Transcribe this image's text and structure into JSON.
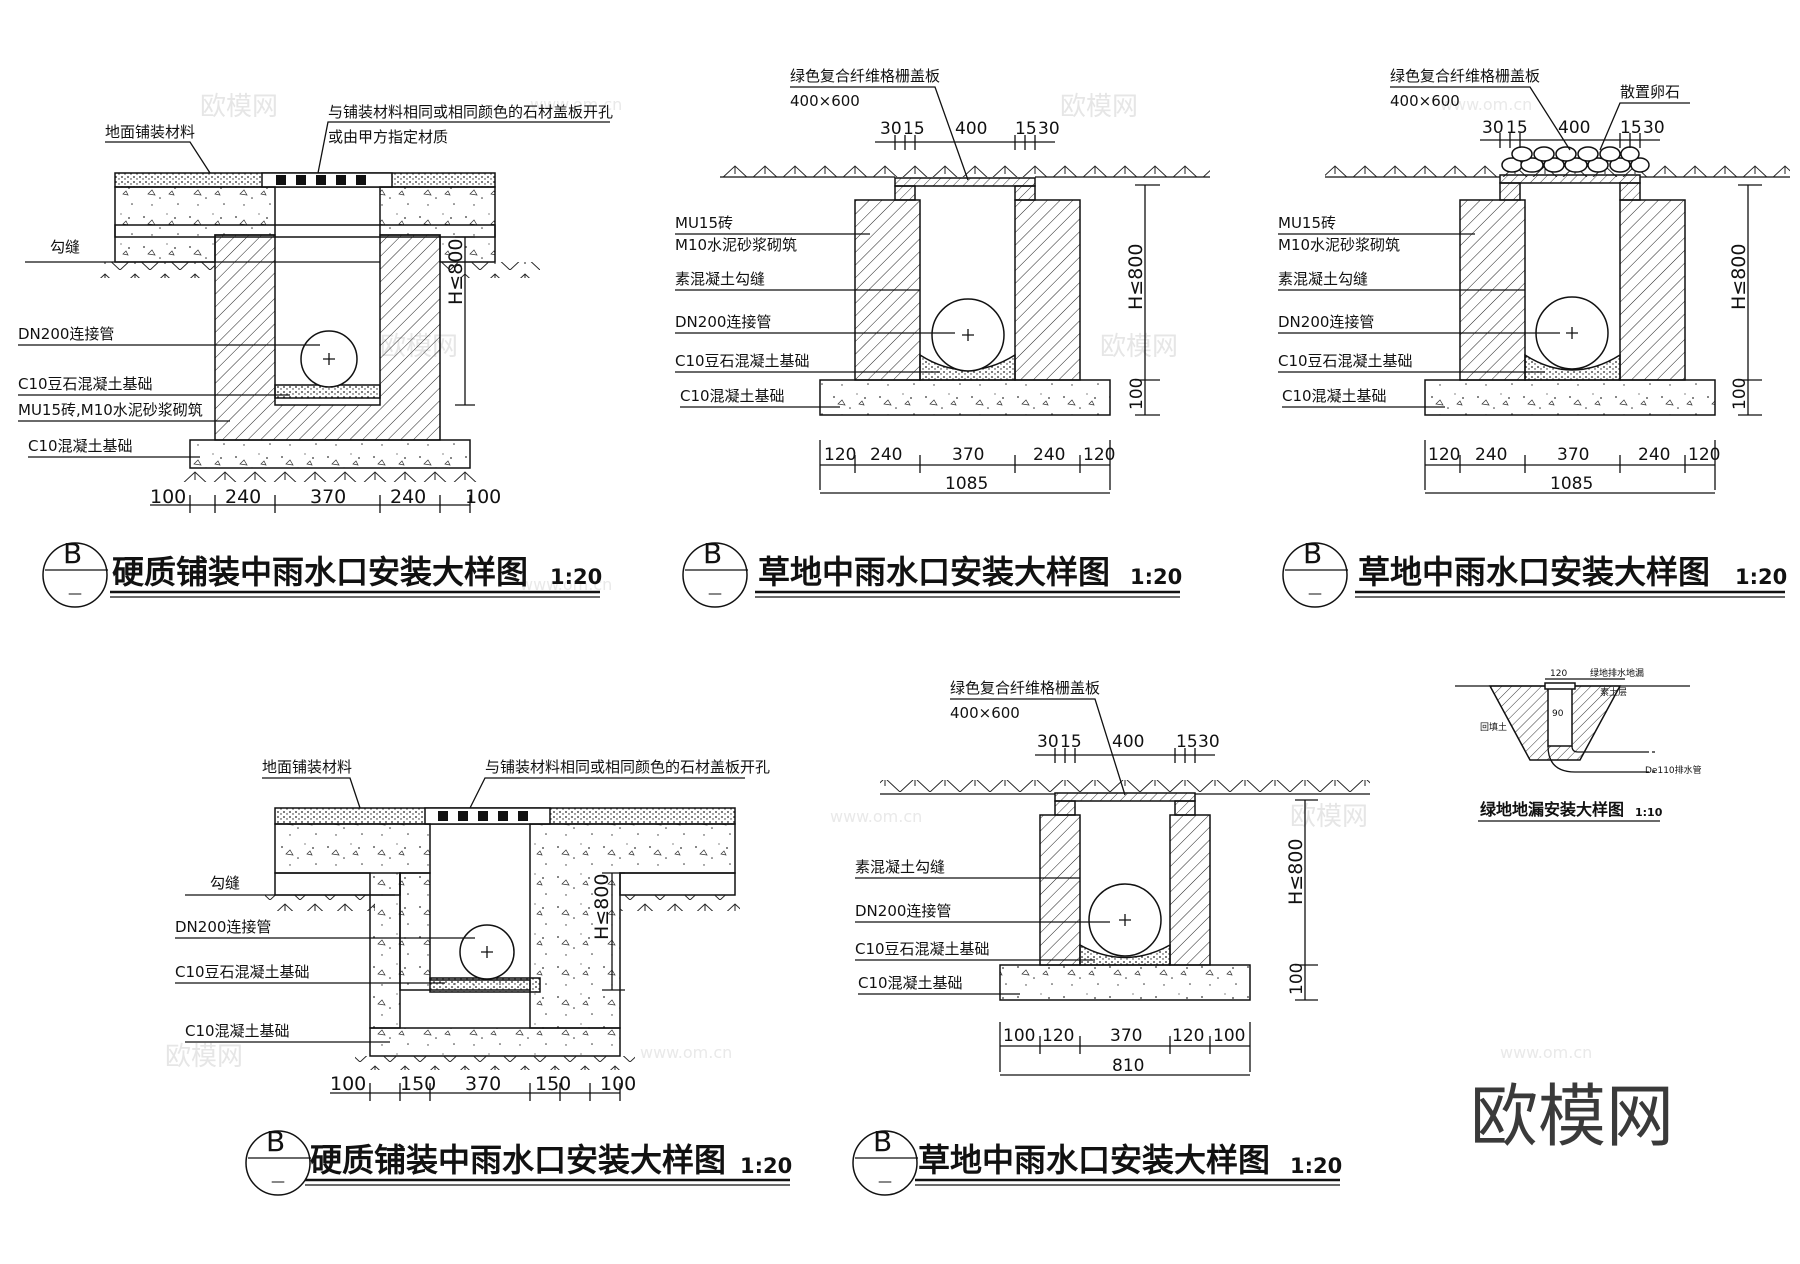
{
  "watermark": {
    "brand": "欧模网",
    "url": "www.om.cn"
  },
  "logo": "欧模网",
  "detail_mark": {
    "letter": "B",
    "sub": "—"
  },
  "panels": {
    "p1": {
      "title": "硬质铺装中雨水口安装大样图",
      "scale": "1:20",
      "labels": {
        "paving": "地面铺装材料",
        "cover1": "与铺装材料相同或相同颜色的石材盖板开孔",
        "cover2": "或由甲方指定材质",
        "joint": "勾缝",
        "pipe": "DN200连接管",
        "pebble": "C10豆石混凝土基础",
        "brick": "MU15砖,M10水泥砂浆砌筑",
        "base": "C10混凝土基础"
      },
      "h": "H≤800",
      "dims": [
        "100",
        "240",
        "370",
        "240",
        "100"
      ]
    },
    "p2": {
      "title": "草地中雨水口安装大样图",
      "scale": "1:20",
      "labels": {
        "grate1": "绿色复合纤维格栅盖板",
        "grate2": "400×600",
        "brick1": "MU15砖",
        "brick2": "M10水泥砂浆砌筑",
        "joint": "素混凝土勾缝",
        "pipe": "DN200连接管",
        "pebble": "C10豆石混凝土基础",
        "base": "C10混凝土基础"
      },
      "top_dims": [
        "30",
        "15",
        "400",
        "15",
        "30"
      ],
      "h": "H≤800",
      "base_h": "100",
      "dims": [
        "120",
        "240",
        "370",
        "240",
        "120"
      ],
      "total": "1085"
    },
    "p3": {
      "title": "草地中雨水口安装大样图",
      "scale": "1:20",
      "labels": {
        "grate1": "绿色复合纤维格栅盖板",
        "grate2": "400×600",
        "stone": "散置卵石",
        "brick1": "MU15砖",
        "brick2": "M10水泥砂浆砌筑",
        "joint": "素混凝土勾缝",
        "pipe": "DN200连接管",
        "pebble": "C10豆石混凝土基础",
        "base": "C10混凝土基础"
      },
      "top_dims": [
        "30",
        "15",
        "400",
        "15",
        "30"
      ],
      "h": "H≤800",
      "base_h": "100",
      "dims": [
        "120",
        "240",
        "370",
        "240",
        "120"
      ],
      "total": "1085"
    },
    "p4": {
      "title": "硬质铺装中雨水口安装大样图",
      "scale": "1:20",
      "labels": {
        "paving": "地面铺装材料",
        "cover1": "与铺装材料相同或相同颜色的石材盖板开孔",
        "joint": "勾缝",
        "pipe": "DN200连接管",
        "pebble": "C10豆石混凝土基础",
        "base": "C10混凝土基础"
      },
      "h": "H≤800",
      "dims": [
        "100",
        "150",
        "370",
        "150",
        "100"
      ]
    },
    "p5": {
      "title": "草地中雨水口安装大样图",
      "scale": "1:20",
      "labels": {
        "grate1": "绿色复合纤维格栅盖板",
        "grate2": "400×600",
        "joint": "素混凝土勾缝",
        "pipe": "DN200连接管",
        "pebble": "C10豆石混凝土基础",
        "base": "C10混凝土基础"
      },
      "top_dims": [
        "30",
        "15",
        "400",
        "15",
        "30"
      ],
      "h": "H≤800",
      "base_h": "100",
      "dims": [
        "100",
        "120",
        "370",
        "120",
        "100"
      ],
      "total": "810"
    },
    "p6": {
      "title": "绿地地漏安装大样图",
      "scale": "1:10",
      "labels": {
        "top": "120",
        "inner": "90",
        "a": "绿地排水地漏",
        "b": "素土层",
        "c": "回填土",
        "pipe": "De110排水管"
      }
    }
  }
}
